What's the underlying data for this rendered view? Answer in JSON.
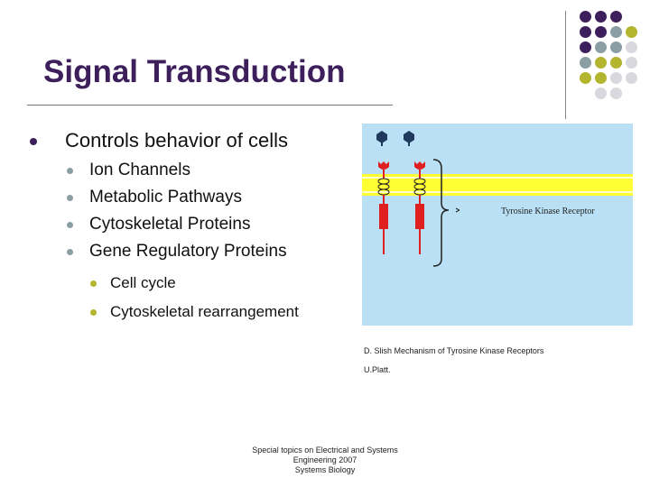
{
  "slide": {
    "title": "Signal Transduction",
    "main_bullet": "Controls behavior of cells",
    "sub_bullets": [
      "Ion Channels",
      "Metabolic Pathways",
      "Cytoskeletal Proteins",
      "Gene Regulatory Proteins"
    ],
    "sub_sub_bullets": [
      "Cell cycle",
      "Cytoskeletal rearrangement"
    ]
  },
  "figure": {
    "label": "Tyrosine Kinase Receptor"
  },
  "caption": {
    "line1": "D. Slish Mechanism of Tyrosine Kinase Receptors",
    "line2": "U.Platt."
  },
  "footer": {
    "line1": "Special topics on Electrical and Systems",
    "line2": "Engineering 2007",
    "line3": "Systems Biology"
  },
  "colors": {
    "purple": "#3d1f5c",
    "grey_blue": "#8a9ea4",
    "olive": "#b3b52e",
    "light_grey": "#d8d8de",
    "figure_bg": "#b9e0f4",
    "membrane": "#ffff33",
    "receptor_red": "#e02020"
  }
}
